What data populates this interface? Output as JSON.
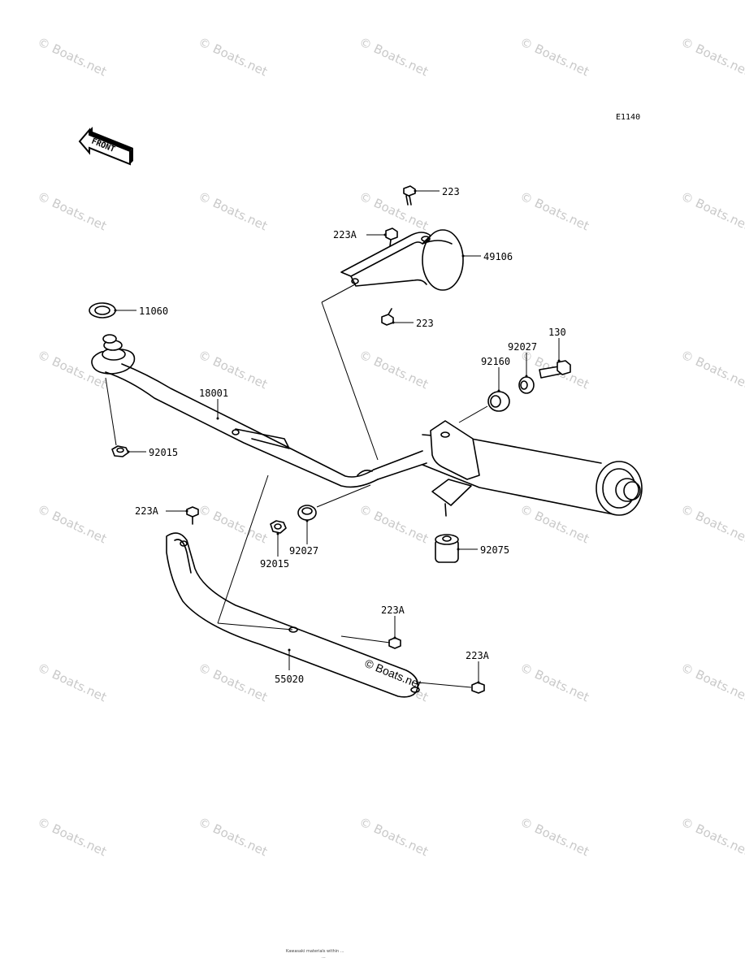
{
  "diagram_code": "E1140",
  "front_label": "FRONT",
  "watermark": "© Boats.net",
  "plate_text": "© Boats.net",
  "footer": {
    "line1": "Kawasaki materials within ...",
    "line2": "..."
  },
  "callouts": {
    "c223_top": "223",
    "c223a_top": "223A",
    "c49106": "49106",
    "c223_mid": "223",
    "c11060": "11060",
    "c18001": "18001",
    "c92015_left": "92015",
    "c130": "130",
    "c92027_right": "92027",
    "c92160": "92160",
    "c223a_left": "223A",
    "c92015_mid": "92015",
    "c92027_mid": "92027",
    "c92075": "92075",
    "c223a_lower": "223A",
    "c223a_right": "223A",
    "c55020": "55020"
  }
}
